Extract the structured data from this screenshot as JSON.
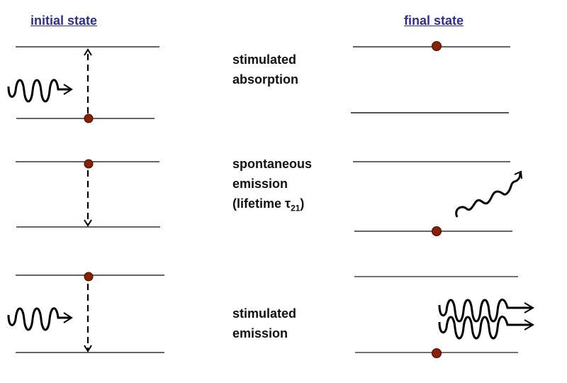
{
  "headers": {
    "initial": "initial state",
    "final": "final state"
  },
  "processes": [
    {
      "id": "stimulated-absorption",
      "line1": "stimulated",
      "line2": "absorption",
      "line3": ""
    },
    {
      "id": "spontaneous-emission",
      "line1": "spontaneous",
      "line2": "emission",
      "line3_prefix": "(lifetime ",
      "tau": "τ",
      "tau_sub": "21",
      "line3_suffix": ")"
    },
    {
      "id": "stimulated-emission",
      "line1": "stimulated",
      "line2": "emission",
      "line3": ""
    }
  ],
  "colors": {
    "header": "#2e2e96",
    "electron": "#8b2000",
    "level_line": "#333333",
    "photon": "#000000"
  }
}
